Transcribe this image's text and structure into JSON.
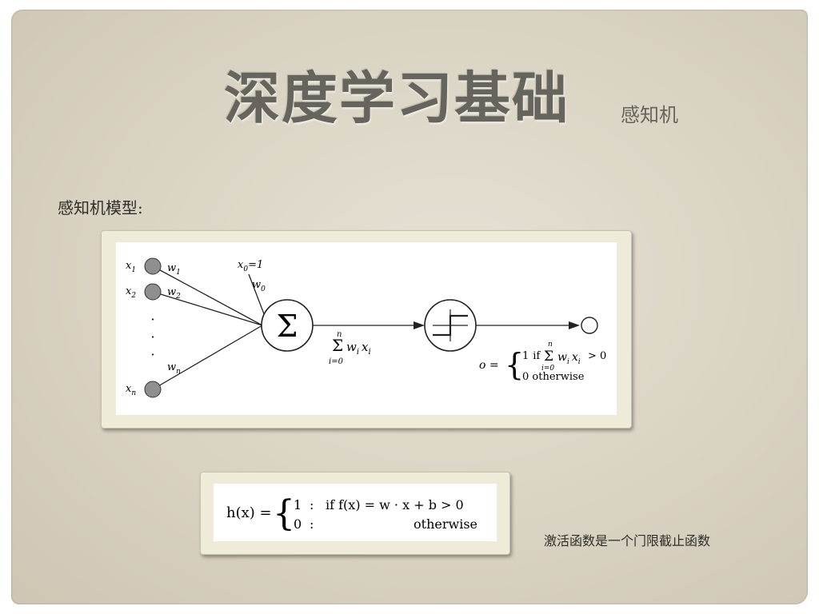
{
  "slide": {
    "title": "深度学习基础",
    "subtitle": "感知机",
    "section_label": "感知机模型:",
    "caption": "激活函数是一个门限截止函数"
  },
  "perceptron_diagram": {
    "inputs": [
      {
        "x": "x",
        "x_sub": "1",
        "w": "w",
        "w_sub": "1"
      },
      {
        "x": "x",
        "x_sub": "2",
        "w": "w",
        "w_sub": "2"
      },
      {
        "x": "x",
        "x_sub": "n",
        "w": "w",
        "w_sub": "n"
      }
    ],
    "bias_input": "x",
    "bias_input_sub": "0",
    "bias_input_eq": "=1",
    "bias_weight": "w",
    "bias_weight_sub": "0",
    "dots": "·",
    "sum_symbol": "Σ",
    "sum_expr_upper": "n",
    "sum_expr_lower": "i=0",
    "sum_expr_term": "w",
    "sum_expr_term_sub_w": "i",
    "sum_expr_x": "x",
    "sum_expr_sub_x": "i",
    "output_label": "o =",
    "output_brace": "{",
    "output_case1_value": "1",
    "output_case1_if": "if",
    "output_case1_cond_gt": "> 0",
    "output_case2": "0 otherwise"
  },
  "activation_formula": {
    "lhs": "h(x) =",
    "brace": "{",
    "case1_value": "1",
    "case1_colon": ":",
    "case1_condition": "if f(x) = w · x + b > 0",
    "case2_value": "0",
    "case2_colon": ":",
    "case2_condition": "otherwise"
  }
}
